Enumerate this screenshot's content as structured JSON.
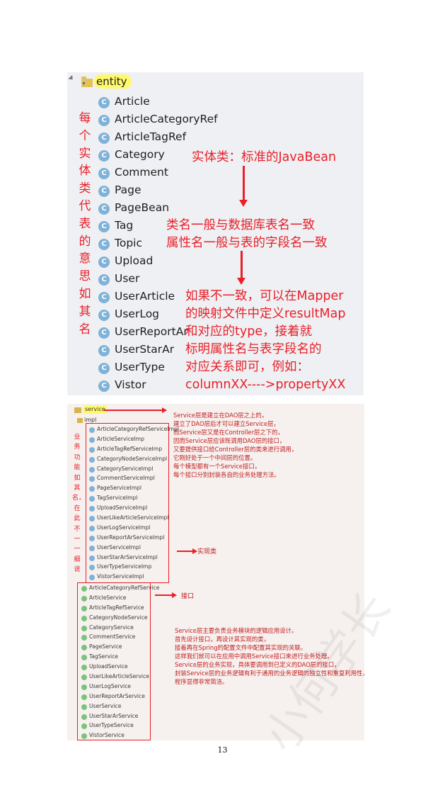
{
  "panel1": {
    "root_label": "entity",
    "icon_letter": "C",
    "classes": [
      "Article",
      "ArticleCategoryRef",
      "ArticleTagRef",
      "Category",
      "Comment",
      "Page",
      "PageBean",
      "Tag",
      "Topic",
      "Upload",
      "User",
      "UserArticle",
      "UserLog",
      "UserReportAr",
      "UserStarAr",
      "UserType",
      "Vistor"
    ],
    "vertical_note": "每个实体类代表的意思如其名",
    "note_javabean": "实体类：标准的JavaBean",
    "note_naming_1": "类名一般与数据库表名一致",
    "note_naming_2": "属性名一般与表的字段名一致",
    "note_mapper": [
      "如果不一致，可以在Mapper",
      "的映射文件中定义resultMap",
      "和对应的type，接着就",
      "标明属性名与表字段名的",
      "对应关系即可，例如：",
      "columnXX---->propertyXX"
    ],
    "accent_color": "#e8202a",
    "highlight_color": "#fff96b"
  },
  "panel2": {
    "root_label": "service",
    "impl_label": "impl",
    "impl_classes": [
      "ArticleCategoryRefServiceImpl",
      "ArticleServiceImp",
      "ArticleTagRefServiceImp",
      "CategoryNodeServiceImpl",
      "CategoryServiceImpl",
      "CommentServiceImpl",
      "PageServiceImpl",
      "TagServiceImpl",
      "UploadServiceImpl",
      "UserLikeArticleServiceImpl",
      "UserLogServiceImpl",
      "UserReportArServiceImpl",
      "UserServiceImpl",
      "UserStarArServiceImpl",
      "UserTypeServiceImp",
      "VistorServiceImpl"
    ],
    "interfaces": [
      "ArticleCategoryRefService",
      "ArticleService",
      "ArticleTagRefService",
      "CategoryNodeService",
      "CategoryService",
      "CommentService",
      "PageService",
      "TagService",
      "UploadService",
      "UserLikeArticleService",
      "UserLogService",
      "UserReportArService",
      "UserService",
      "UserStarArService",
      "UserTypeService",
      "VistorService"
    ],
    "vertical_note": "业务功能如其名，在此不一一细说",
    "label_impl": "实现类",
    "label_interface": "接口",
    "note_top": [
      "Service层是建立在DAO层之上的，",
      "建立了DAO层后才可以建立Service层，",
      "而Service层又是在Controller层之下的，",
      "因而Service层应该既调用DAO层的接口，",
      "又要提供接口给Controller层的类来进行调用，",
      "它刚好处于一个中间层的位置。",
      "每个模型都有一个Service接口，",
      "每个接口分别封装各自的业务处理方法。"
    ],
    "note_bottom": [
      "Service层主要负责业务模块的逻辑应用设计。",
      "首先设计接口，再设计其实现的类，",
      "接着再在Spring的配置文件中配置其实现的关联。",
      "这样我们就可以在应用中调用Service接口来进行业务处理。",
      "Service层的业务实现，具体要调用到已定义的DAO层的接口，",
      "封装Service层的业务逻辑有利于通用的业务逻辑的独立性和重复利用性，",
      "程序显得非常简洁。"
    ]
  },
  "watermark": "小何学长",
  "page_number": "13"
}
